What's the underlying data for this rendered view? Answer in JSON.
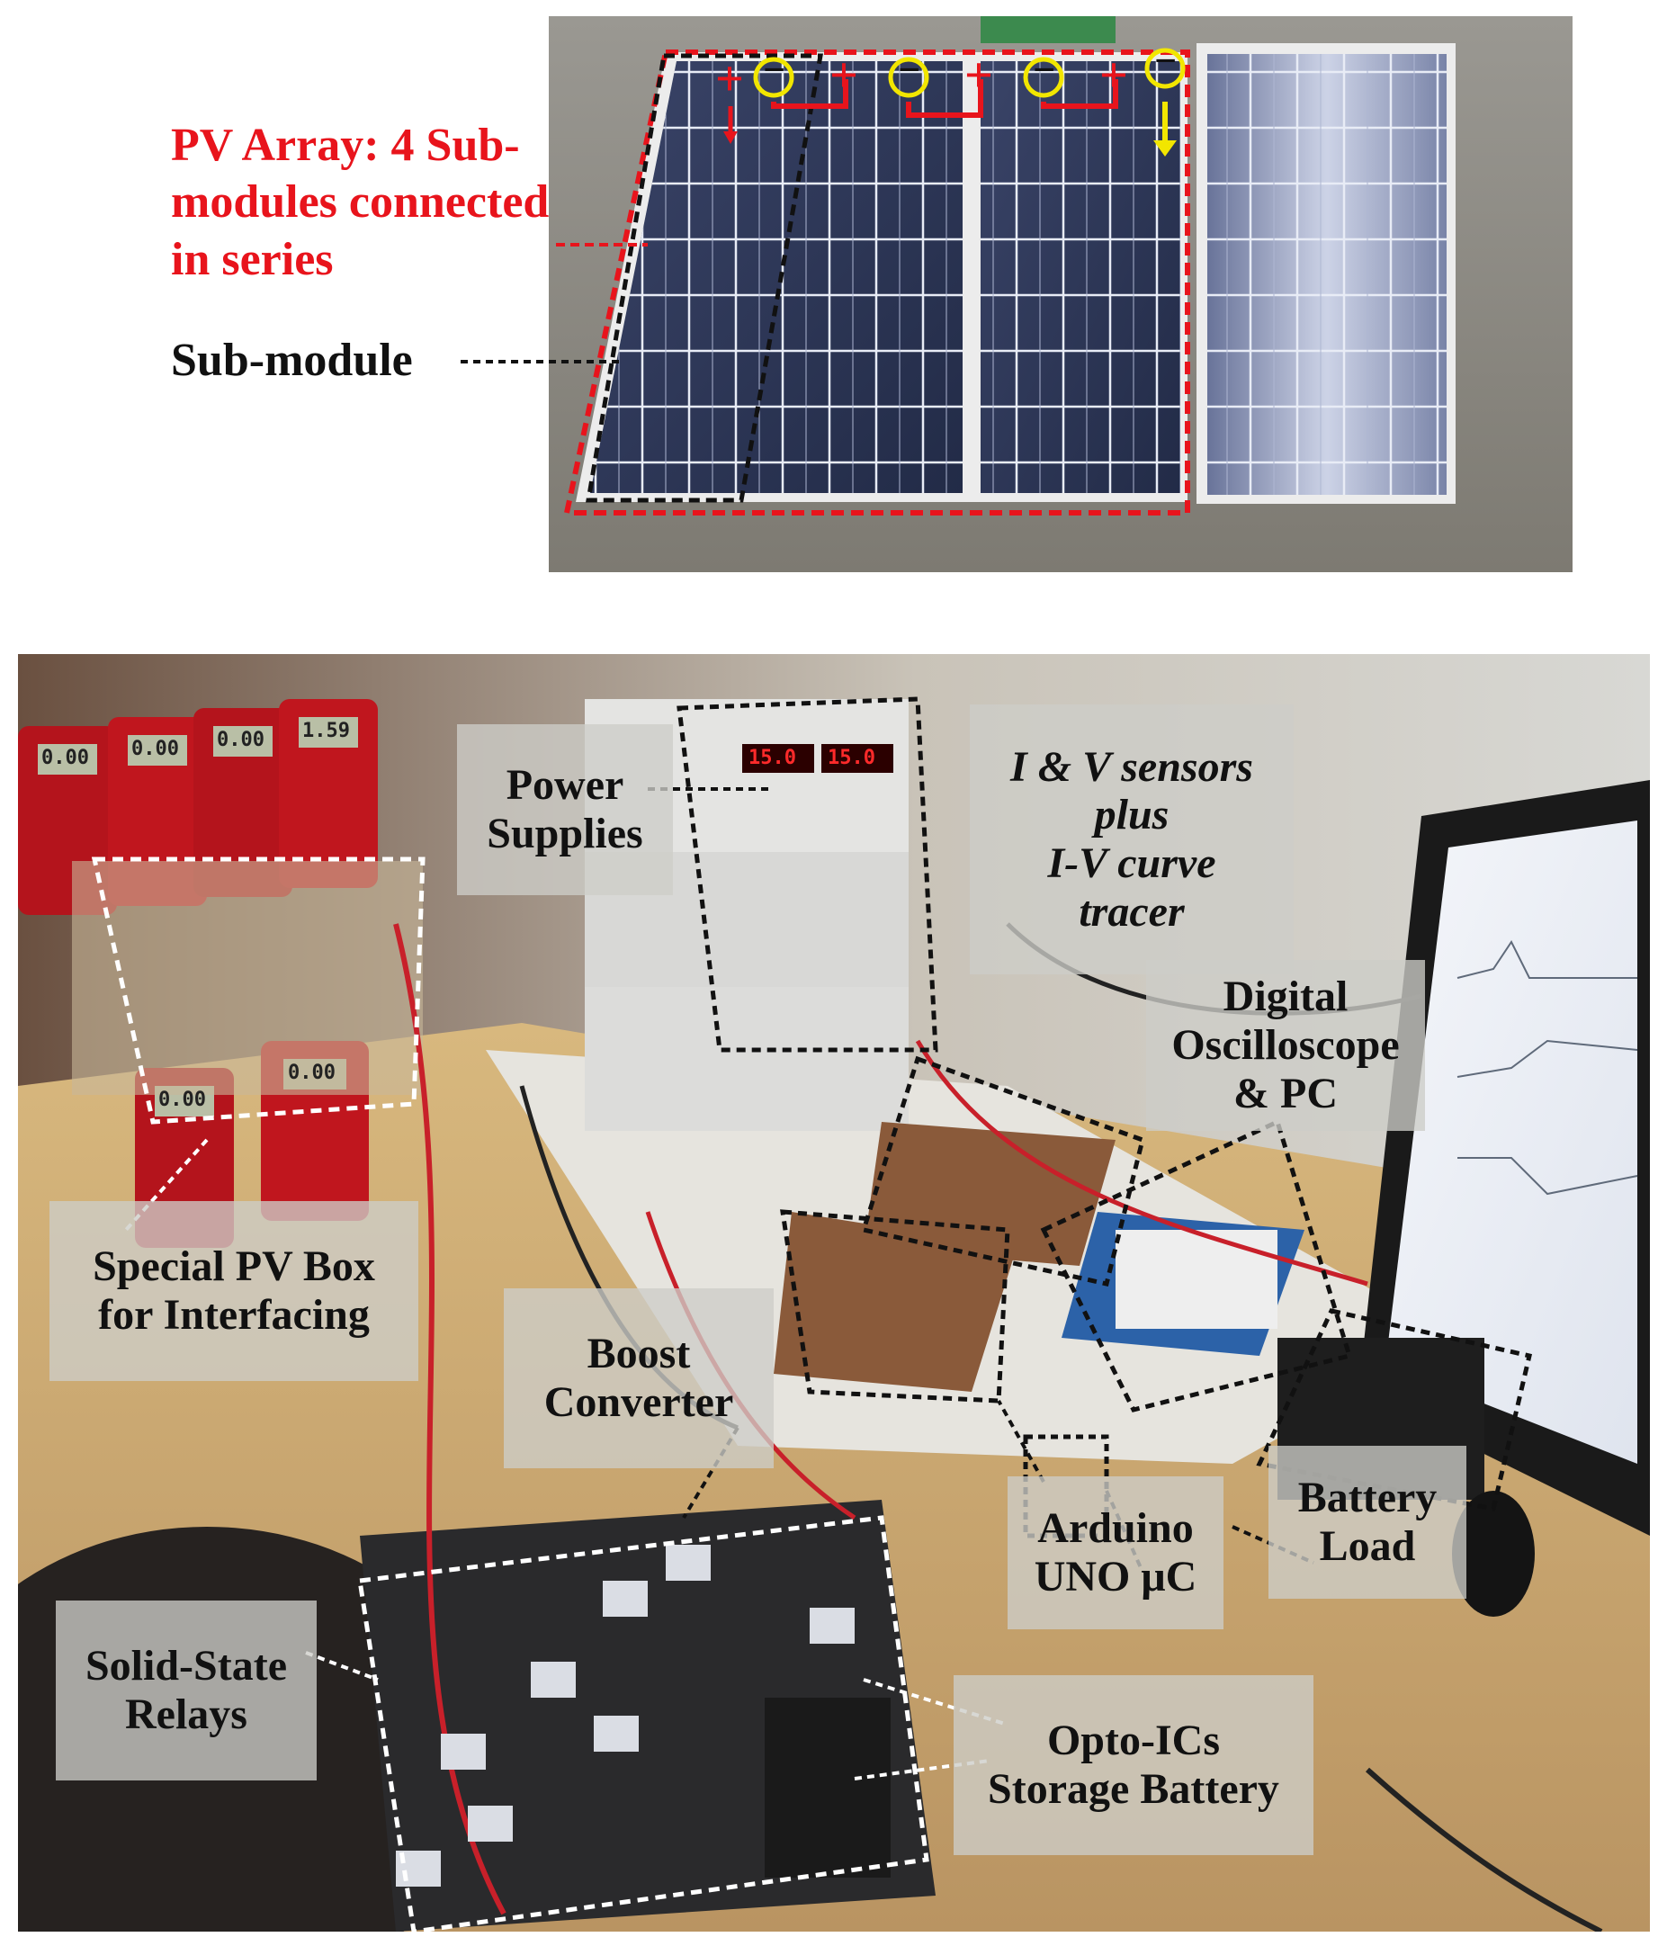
{
  "top_panel": {
    "array_label": "PV Array: 4 Sub-\nmodules connected\nin series",
    "submodule_label": "Sub-module",
    "terminal_plus": "+",
    "terminal_minus": "−"
  },
  "bottom_panel": {
    "labels": {
      "power_supplies": "Power\nSupplies",
      "sensors": "I & V sensors\nplus\nI-V curve\ntracer",
      "oscilloscope": "Digital\nOscilloscope\n& PC",
      "pv_box": "Special PV Box\nfor Interfacing",
      "boost": "Boost\nConverter",
      "arduino": "Arduino\nUNO μC",
      "battery_load": "Battery\nLoad",
      "relays": "Solid-State\nRelays",
      "opto_storage": "Opto-ICs\nStorage Battery"
    },
    "multimeter_readings": [
      "0.00",
      "0.00",
      "0.00",
      "1.59",
      "0.00",
      "0.00"
    ],
    "psu_readings": [
      "15.0",
      "15.0"
    ]
  },
  "colors": {
    "annotation_red": "#e8141c",
    "annotation_black": "#111111",
    "terminal_yellow": "#f2e600",
    "dashed_white": "#ffffff"
  }
}
